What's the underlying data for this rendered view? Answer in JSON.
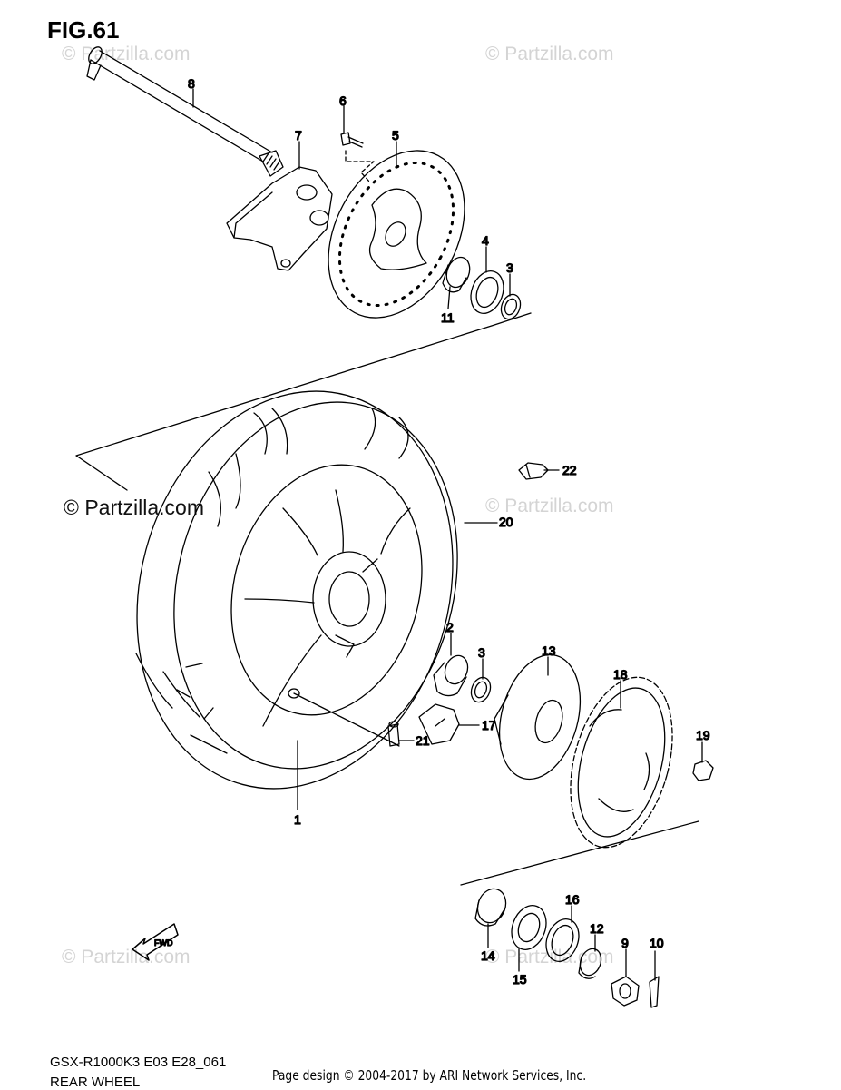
{
  "figure_title": "FIG.61",
  "watermark": "© Partzilla.com",
  "watermark_strong": "© Partzilla.com",
  "model_code": "GSX-R1000K3 E03 E28_061",
  "section_name": "REAR WHEEL",
  "credit": "Page design © 2004-2017 by ARI Network Services, Inc.",
  "fwd_marker": "FWD",
  "callouts": [
    "8",
    "6",
    "5",
    "7",
    "4",
    "3",
    "11",
    "22",
    "20",
    "2",
    "3",
    "13",
    "18",
    "19",
    "17",
    "21",
    "1",
    "16",
    "12",
    "9",
    "10",
    "14",
    "15"
  ]
}
